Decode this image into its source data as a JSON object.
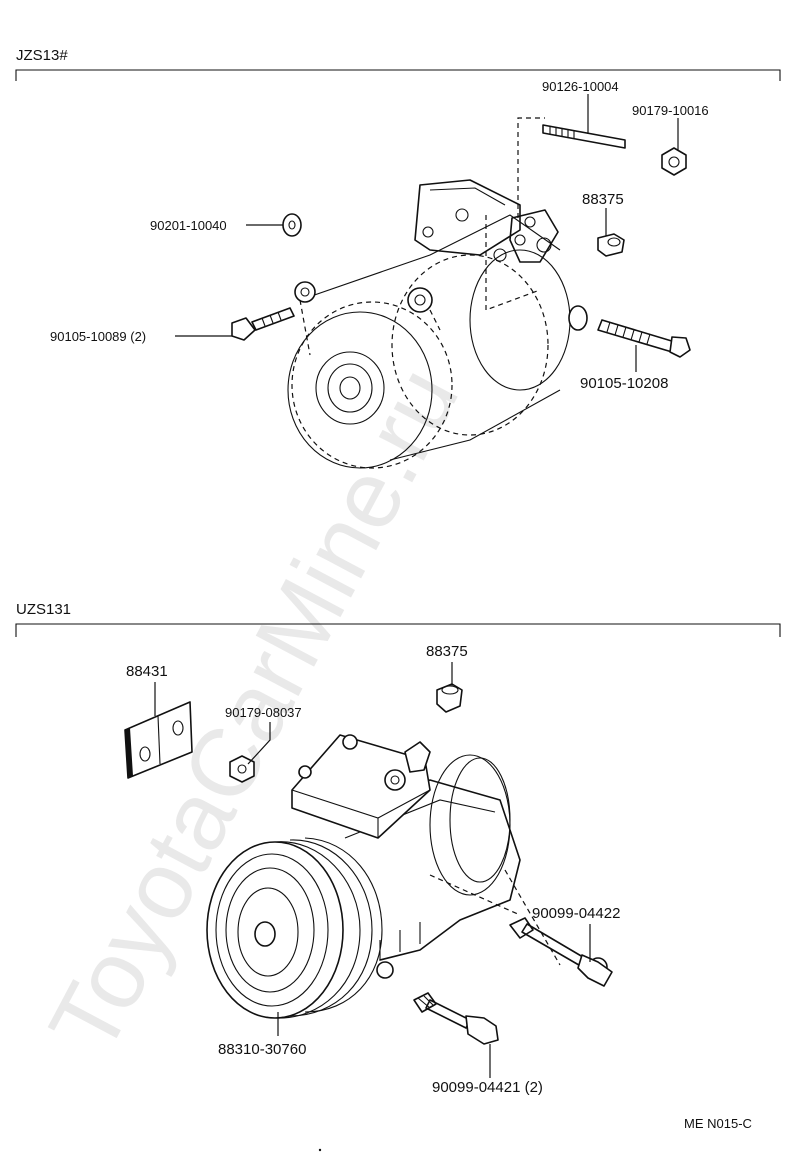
{
  "watermark": "ToyotaCarMine.ru",
  "sections": [
    {
      "code": "JZS13#",
      "parts": [
        {
          "number": "90126-10004"
        },
        {
          "number": "90179-10016"
        },
        {
          "number": "88375"
        },
        {
          "number": "90201-10040"
        },
        {
          "number": "90105-10089 (2)"
        },
        {
          "number": "90105-10208"
        }
      ]
    },
    {
      "code": "UZS131",
      "parts": [
        {
          "number": "88431"
        },
        {
          "number": "88375"
        },
        {
          "number": "90179-08037"
        },
        {
          "number": "90099-04422"
        },
        {
          "number": "88310-30760"
        },
        {
          "number": "90099-04421 (2)"
        }
      ]
    }
  ],
  "footer": {
    "code": "ME  N015-C"
  }
}
